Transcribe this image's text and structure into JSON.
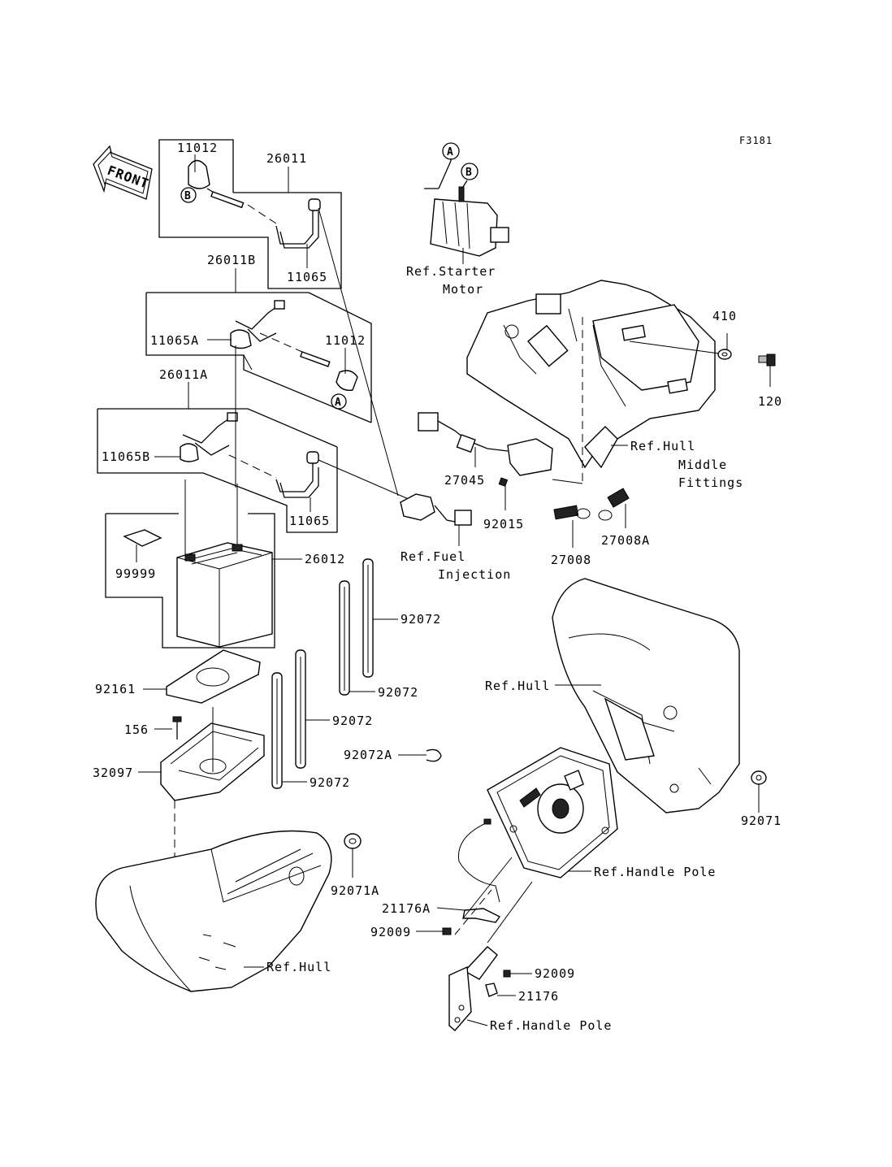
{
  "figure_id": "F3181",
  "front_label": "FRONT",
  "callouts": {
    "a": "A",
    "b": "B"
  },
  "labels": {
    "p11012_top": "11012",
    "p26011": "26011",
    "p11065_top": "11065",
    "p26011B": "26011B",
    "p11065A": "11065A",
    "p11012_mid": "11012",
    "p26011A": "26011A",
    "p11065B": "11065B",
    "p11065_low": "11065",
    "p99999": "99999",
    "p26012": "26012",
    "p92072_1": "92072",
    "p92072_2": "92072",
    "p92072_3": "92072",
    "p92072_4": "92072",
    "p92072A": "92072A",
    "p92161": "92161",
    "p156": "156",
    "p32097": "32097",
    "p92071A": "92071A",
    "p410": "410",
    "p120": "120",
    "p27045": "27045",
    "p92015": "92015",
    "p27008": "27008",
    "p27008A": "27008A",
    "p92071": "92071",
    "p21176A": "21176A",
    "p92009_1": "92009",
    "p92009_2": "92009",
    "p21176": "21176"
  },
  "references": {
    "starter_1": "Ref.Starter",
    "starter_2": "Motor",
    "hull_middle_1": "Ref.Hull",
    "hull_middle_2": "Middle",
    "hull_middle_3": "Fittings",
    "fuel_1": "Ref.Fuel",
    "fuel_2": "Injection",
    "hull_right": "Ref.Hull",
    "handle_pole_1": "Ref.Handle Pole",
    "hull_left": "Ref.Hull",
    "handle_pole_2": "Ref.Handle Pole"
  }
}
